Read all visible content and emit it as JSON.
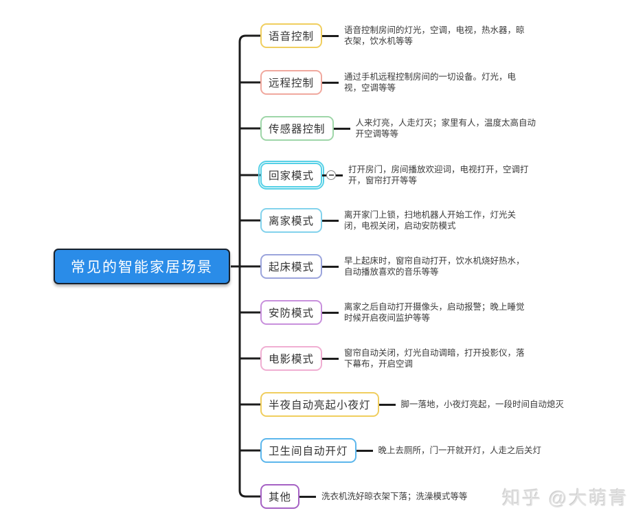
{
  "root": {
    "label": "常见的智能家居场景",
    "fill_color": "#2A8CE8",
    "border_color": "#17212d",
    "text_color": "#FFFFFF"
  },
  "connector_color": "#1c1c1c",
  "branches": [
    {
      "label": "语音控制",
      "color": "#F0CE5E",
      "desc": "语音控制房间的灯光，空调，电视，热水器，晾衣架，饮水机等等"
    },
    {
      "label": "远程控制",
      "color": "#F0A89E",
      "desc": "通过手机远程控制房间的一切设备。灯光，电视，空调等等"
    },
    {
      "label": "传感器控制",
      "color": "#9ED6A8",
      "desc": "人来灯亮，人走灯灭；家里有人，温度太高自动开空调等等"
    },
    {
      "label": "回家模式",
      "color": "#55D0E6",
      "desc": "打开房门，房间播放欢迎词，电视打开，空调打开，窗帘打开等等",
      "selected": true,
      "collapse_icon": "minus"
    },
    {
      "label": "离家模式",
      "color": "#82D2EC",
      "desc": "离开家门上锁，扫地机器人开始工作，灯光关闭，电视关闭，启动安防模式"
    },
    {
      "label": "起床模式",
      "color": "#9BA4DC",
      "desc": "早上起床时，窗帘自动打开，饮水机烧好热水，自动播放喜欢的音乐等等"
    },
    {
      "label": "安防模式",
      "color": "#C890DC",
      "desc": "离家之后自动打开摄像头，启动报警；晚上睡觉时候开启夜间监护等等"
    },
    {
      "label": "电影模式",
      "color": "#F0AED2",
      "desc": "窗帘自动关闭，灯光自动调暗，打开投影仪，落下幕布，开启空调"
    },
    {
      "label": "半夜自动亮起小夜灯",
      "color": "#F0CE5E",
      "desc": "脚一落地，小夜灯亮起，一段时间自动熄灭"
    },
    {
      "label": "卫生间自动开灯",
      "color": "#5BB6EC",
      "desc": "晚上去厕所，门一开就开灯，人走之后关灯"
    },
    {
      "label": "其他",
      "color": "#A561C4",
      "desc": "洗衣机洗好晾衣架下落；洗澡模式等等"
    }
  ],
  "watermark": {
    "text": "知乎 @大萌青",
    "color": "#e3e3e3"
  }
}
